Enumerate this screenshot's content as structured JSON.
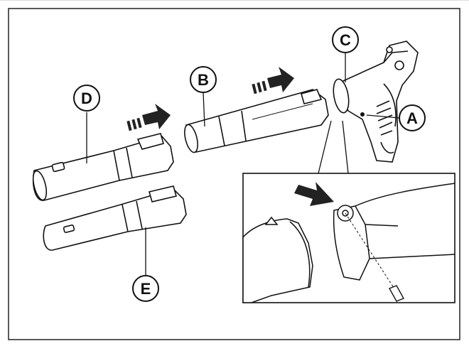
{
  "labels": {
    "a": "A",
    "b": "B",
    "c": "C",
    "d": "D",
    "e": "E"
  },
  "colors": {
    "stroke": "#111111",
    "arrow_fill": "#222222",
    "background": "#ffffff"
  }
}
